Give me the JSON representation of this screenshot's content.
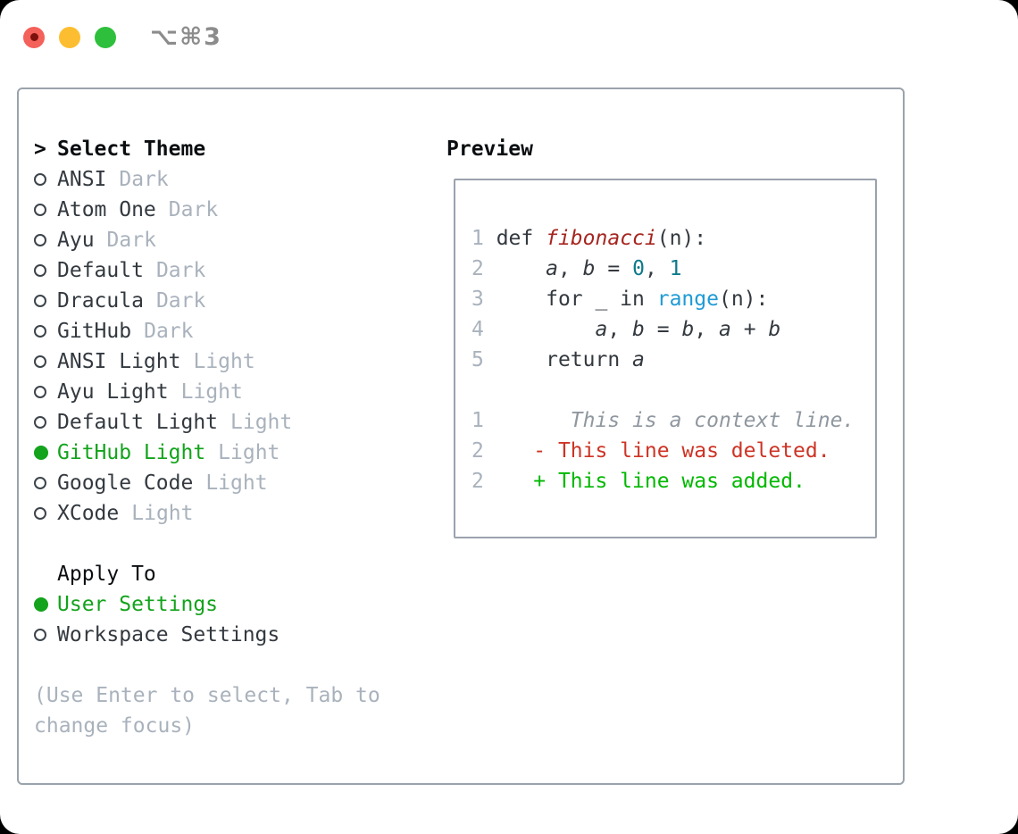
{
  "titlebar": {
    "shortcut": "⌥⌘3"
  },
  "colors": {
    "selection_green": "#13a31c",
    "added_green": "#00b800",
    "deleted_red": "#cd3425",
    "function_red": "#a6251f",
    "number_teal": "#0e7a8b",
    "builtin_blue": "#1f9bd4",
    "muted_gray": "#a9b2bc",
    "border_gray": "#9aa2ac",
    "traffic_red": "#f4605a",
    "traffic_yellow": "#fcbe30",
    "traffic_green": "#2ec03c"
  },
  "theme_selector": {
    "header_prefix": ">",
    "header": "Select Theme",
    "themes": [
      {
        "name": "ANSI",
        "variant": "Dark",
        "selected": false
      },
      {
        "name": "Atom One",
        "variant": "Dark",
        "selected": false
      },
      {
        "name": "Ayu",
        "variant": "Dark",
        "selected": false
      },
      {
        "name": "Default",
        "variant": "Dark",
        "selected": false
      },
      {
        "name": "Dracula",
        "variant": "Dark",
        "selected": false
      },
      {
        "name": "GitHub",
        "variant": "Dark",
        "selected": false
      },
      {
        "name": "ANSI Light",
        "variant": "Light",
        "selected": false
      },
      {
        "name": "Ayu Light",
        "variant": "Light",
        "selected": false
      },
      {
        "name": "Default Light",
        "variant": "Light",
        "selected": false
      },
      {
        "name": "GitHub Light",
        "variant": "Light",
        "selected": true
      },
      {
        "name": "Google Code",
        "variant": "Light",
        "selected": false
      },
      {
        "name": "XCode",
        "variant": "Light",
        "selected": false
      }
    ],
    "apply_to": {
      "header": "Apply To",
      "options": [
        {
          "label": "User Settings",
          "selected": true
        },
        {
          "label": "Workspace Settings",
          "selected": false
        }
      ]
    },
    "hint": "(Use Enter to select, Tab to change focus)"
  },
  "preview": {
    "header": "Preview",
    "code_lines": [
      [
        {
          "text": "1",
          "style": "linenum"
        },
        {
          "text": " def ",
          "style": "plain"
        },
        {
          "text": "fibonacci",
          "style": "function"
        },
        {
          "text": "(n):",
          "style": "plain"
        }
      ],
      [
        {
          "text": "2",
          "style": "linenum"
        },
        {
          "text": "     ",
          "style": "plain"
        },
        {
          "text": "a",
          "style": "variable"
        },
        {
          "text": ", ",
          "style": "plain"
        },
        {
          "text": "b",
          "style": "variable"
        },
        {
          "text": " = ",
          "style": "plain"
        },
        {
          "text": "0",
          "style": "number"
        },
        {
          "text": ", ",
          "style": "plain"
        },
        {
          "text": "1",
          "style": "number"
        }
      ],
      [
        {
          "text": "3",
          "style": "linenum"
        },
        {
          "text": "     for _ in ",
          "style": "plain"
        },
        {
          "text": "range",
          "style": "builtin"
        },
        {
          "text": "(n):",
          "style": "plain"
        }
      ],
      [
        {
          "text": "4",
          "style": "linenum"
        },
        {
          "text": "         ",
          "style": "plain"
        },
        {
          "text": "a",
          "style": "variable"
        },
        {
          "text": ", ",
          "style": "plain"
        },
        {
          "text": "b",
          "style": "variable"
        },
        {
          "text": " = ",
          "style": "plain"
        },
        {
          "text": "b",
          "style": "variable"
        },
        {
          "text": ", ",
          "style": "plain"
        },
        {
          "text": "a",
          "style": "variable"
        },
        {
          "text": " + ",
          "style": "plain"
        },
        {
          "text": "b",
          "style": "variable"
        }
      ],
      [
        {
          "text": "5",
          "style": "linenum"
        },
        {
          "text": "     return ",
          "style": "plain"
        },
        {
          "text": "a",
          "style": "variable"
        }
      ],
      [],
      [
        {
          "text": "1",
          "style": "linenum"
        },
        {
          "text": "       ",
          "style": "plain"
        },
        {
          "text": "This is a context line.",
          "style": "context"
        }
      ],
      [
        {
          "text": "2",
          "style": "linenum"
        },
        {
          "text": "    ",
          "style": "plain"
        },
        {
          "text": "- This line was deleted.",
          "style": "deleted"
        }
      ],
      [
        {
          "text": "2",
          "style": "linenum"
        },
        {
          "text": "    ",
          "style": "plain"
        },
        {
          "text": "+ This line was added.",
          "style": "added"
        }
      ]
    ]
  }
}
